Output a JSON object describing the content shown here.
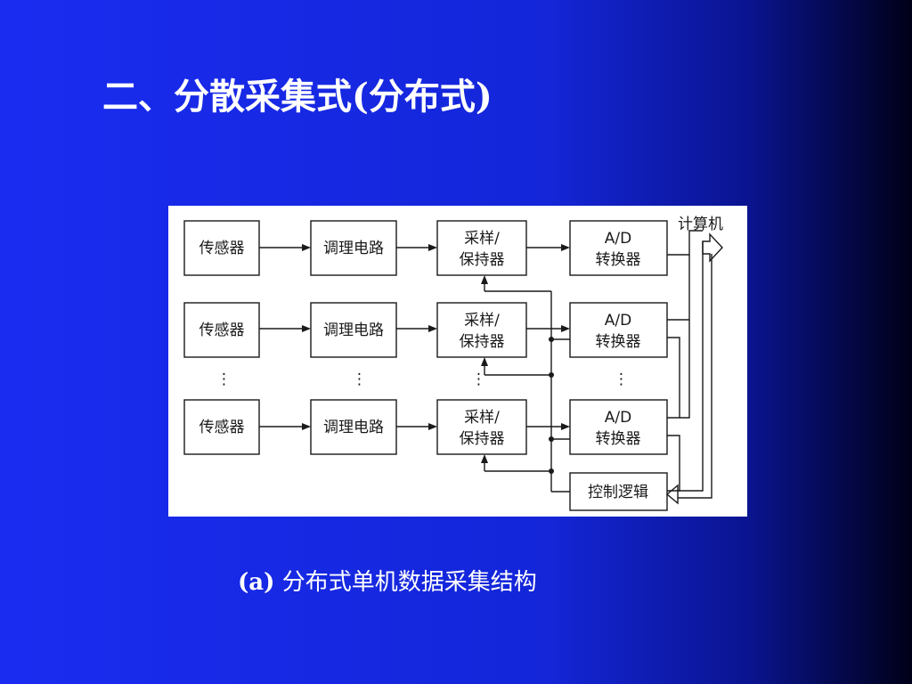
{
  "slide": {
    "title": "二、分散采集式(分布式)",
    "caption_label": "(a)",
    "caption_text": "分布式单机数据采集结构"
  },
  "diagram": {
    "nodes": {
      "sensor": "传感器",
      "conditioning": "调理电路",
      "sample_hold_line1": "采样/",
      "sample_hold_line2": "保持器",
      "ad_line1": "A/D",
      "ad_line2": "转换器",
      "control_logic": "控制逻辑",
      "computer": "计算机"
    },
    "ellipsis": "⋮"
  }
}
